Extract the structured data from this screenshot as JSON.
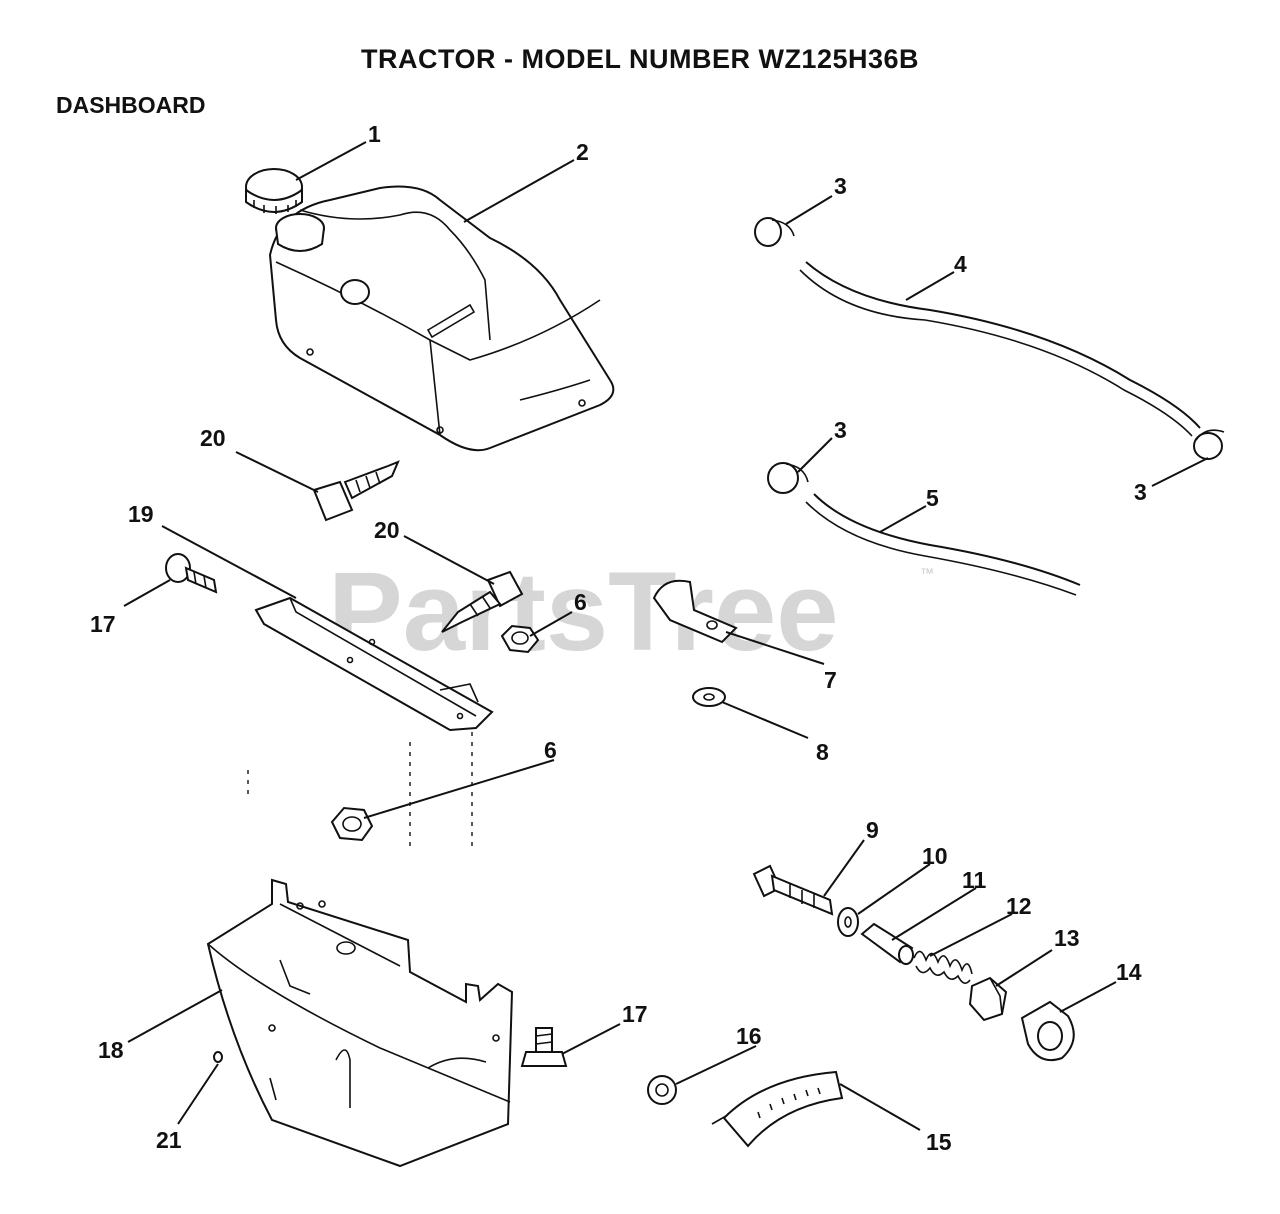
{
  "header": {
    "title": "TRACTOR  - MODEL NUMBER WZ125H36B",
    "section": "DASHBOARD"
  },
  "watermark": {
    "text": "PartsTree",
    "mark": "™",
    "color": "#c9c9c9"
  },
  "callouts": {
    "c1": "1",
    "c2": "2",
    "c3a": "3",
    "c3b": "3",
    "c3c": "3",
    "c4": "4",
    "c5": "5",
    "c6a": "6",
    "c6b": "6",
    "c7": "7",
    "c8": "8",
    "c9": "9",
    "c10": "10",
    "c11": "11",
    "c12": "12",
    "c13": "13",
    "c14": "14",
    "c15": "15",
    "c16": "16",
    "c17a": "17",
    "c17b": "17",
    "c18": "18",
    "c19": "19",
    "c20a": "20",
    "c20b": "20",
    "c21": "21"
  }
}
